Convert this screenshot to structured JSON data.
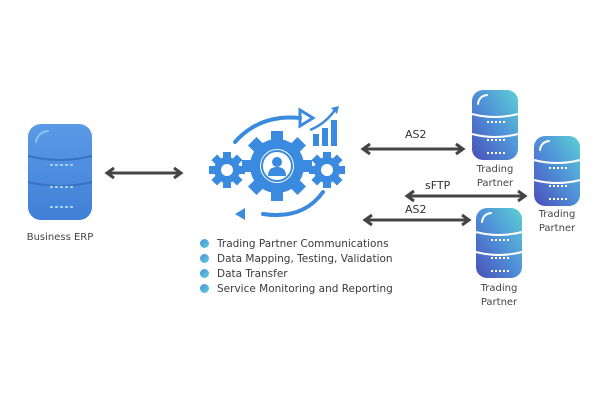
{
  "diagram": {
    "erp": {
      "label": "Business ERP",
      "icon": "server-database-icon"
    },
    "hub": {
      "icon": "gears-person-cycle-icon",
      "services": [
        "Trading Partner Communications",
        "Data Mapping, Testing, Validation",
        "Data Transfer",
        "Service Monitoring and Reporting"
      ]
    },
    "partners": [
      {
        "label_line1": "Trading",
        "label_line2": "Partner",
        "protocol": "AS2"
      },
      {
        "label_line1": "Trading",
        "label_line2": "Partner",
        "protocol": "sFTP"
      },
      {
        "label_line1": "Trading",
        "label_line2": "Partner",
        "protocol": "AS2"
      }
    ],
    "colors": {
      "erp_blue": "#4a8ddf",
      "hub_blue": "#3a8be0",
      "partner_top": "#5ccfd4",
      "partner_bottom": "#4a4fb8",
      "arrow": "#444444"
    }
  }
}
